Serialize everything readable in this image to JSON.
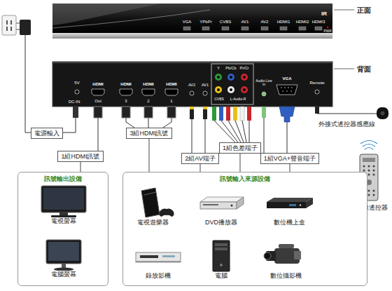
{
  "diagram": {
    "nodes": [
      {
        "text": [
          "電源輸入"
        ]
      },
      {
        "text": [
          "3組HDMI訊號"
        ]
      },
      {
        "text": [
          "1組色差端子"
        ]
      },
      {
        "text": [
          "1組HDMI訊號"
        ]
      },
      {
        "text": [
          "2組AV端子"
        ]
      },
      {
        "text": [
          "1組VGA+聲音端子"
        ]
      },
      {
        "text": [
          "訊號輸出設備"
        ]
      },
      {
        "text": [
          "電視螢幕"
        ],
        "in": 6
      },
      {
        "text": [
          "電腦螢幕"
        ],
        "in": 6
      },
      {
        "text": [
          "訊號輸入來源設備"
        ]
      },
      {
        "text": [
          "電視遊樂器"
        ],
        "in": 9
      },
      {
        "text": [
          "DVD播放器"
        ],
        "in": 9
      },
      {
        "text": [
          "數位機上盒"
        ],
        "in": 9
      },
      {
        "text": [
          "錄放影機"
        ],
        "in": 9
      },
      {
        "text": [
          "電腦"
        ],
        "in": 9
      },
      {
        "text": [
          "數位攝影機"
        ],
        "in": 9
      }
    ],
    "edges": [
      {
        "from": 3,
        "to": 6,
        "arrow": "none"
      },
      {
        "from": 1,
        "to": 9,
        "arrow": "none"
      },
      {
        "from": 4,
        "to": 9,
        "arrow": "none"
      },
      {
        "from": 2,
        "to": 9,
        "arrow": "none"
      },
      {
        "from": 5,
        "to": 9,
        "arrow": "none"
      }
    ],
    "labels": [
      "正面",
      "背面",
      "VGA",
      "YPbPr",
      "CVBS",
      "AV1",
      "AV2",
      "HDMI1",
      "HDMI2",
      "HDMI3",
      "IR",
      "PWR",
      "5V",
      "DC-IN",
      "HDMI",
      "Out",
      "HDMI",
      "3",
      "HDMI",
      "2",
      "HDMI",
      "1",
      "AV2",
      "AV1",
      "Y",
      "Pb/Cb",
      "Pr/Cr",
      "CVBS",
      "L-Audio-R",
      "VGA",
      "Audio Line in",
      "Remote",
      "外接式遙控器感應線",
      "紅外線遙控器"
    ]
  }
}
